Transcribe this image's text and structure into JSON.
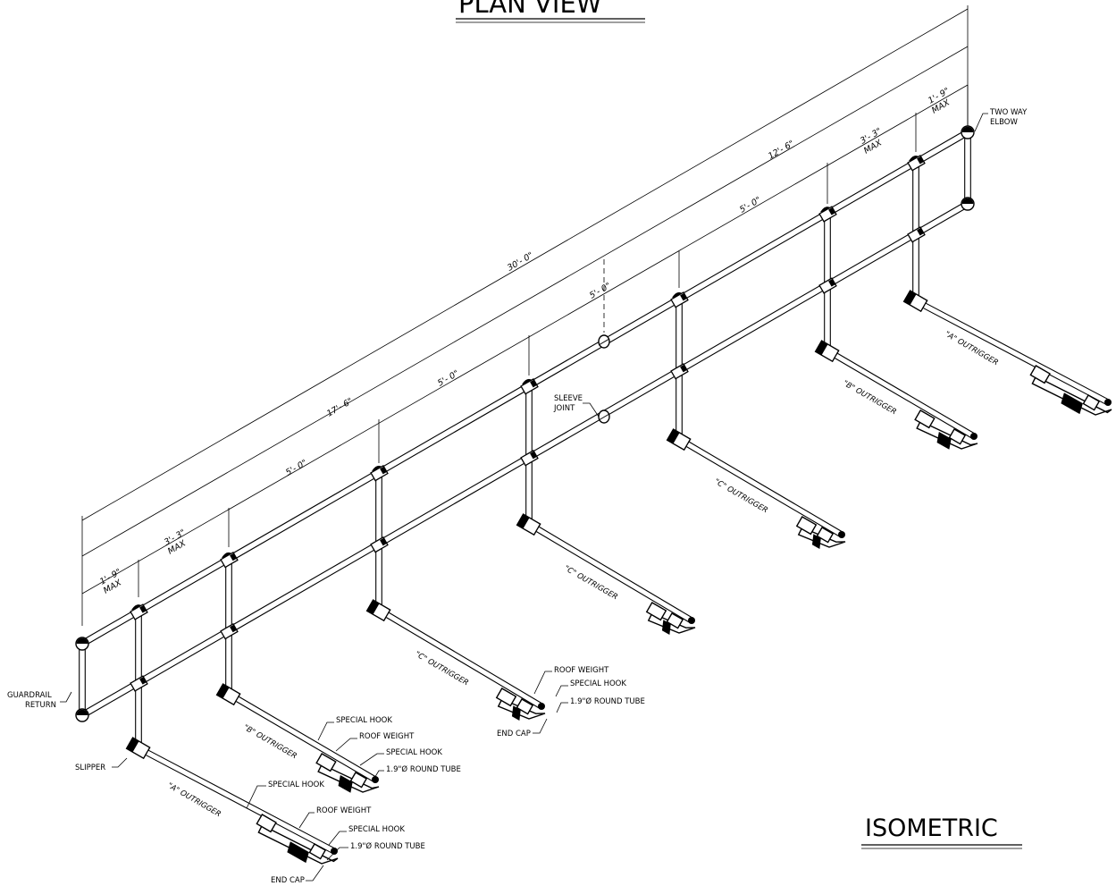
{
  "titles": {
    "plan_view": "PLAN VIEW",
    "isometric": "ISOMETRIC"
  },
  "dimensions": {
    "overall": "30'- 0\"",
    "left_run": "17'- 6\"",
    "right_run": "12'- 6\"",
    "left_end": "1'- 9\"",
    "left_end_max": "MAX",
    "left_second": "3'- 3\"",
    "left_second_max": "MAX",
    "span_a": "5'- 0\"",
    "span_b": "5'- 0\"",
    "span_sleeve": "5'- 0\"",
    "span_right": "5'- 0\"",
    "right_second": "3'- 3\"",
    "right_second_max": "MAX",
    "right_end": "1'- 9\"",
    "right_end_max": "MAX"
  },
  "callouts": {
    "two_way_elbow_1": "TWO WAY",
    "two_way_elbow_2": "ELBOW",
    "sleeve_joint_1": "SLEEVE",
    "sleeve_joint_2": "JOINT",
    "guardrail_return_1": "GUARDRAIL",
    "guardrail_return_2": "RETURN",
    "slipper": "SLIPPER",
    "b_special_hook_top": "SPECIAL HOOK",
    "b_roof_weight": "ROOF WEIGHT",
    "b_special_hook_bottom": "SPECIAL HOOK",
    "b_round_tube": "1.9\"Ø ROUND TUBE",
    "a_special_hook_top": "SPECIAL HOOK",
    "a_roof_weight": "ROOF WEIGHT",
    "a_special_hook_bottom": "SPECIAL HOOK",
    "a_round_tube": "1.9\"Ø ROUND TUBE",
    "a_end_cap": "END CAP",
    "c_roof_weight": "ROOF WEIGHT",
    "c_special_hook": "SPECIAL HOOK",
    "c_round_tube": "1.9\"Ø ROUND TUBE",
    "c_end_cap": "END CAP"
  },
  "outriggers": {
    "a_left": "\"A\" OUTRIGGER",
    "b_left": "\"B\" OUTRIGGER",
    "c_1": "\"C\" OUTRIGGER",
    "c_2": "\"C\" OUTRIGGER",
    "c_3": "\"C\" OUTRIGGER",
    "b_right": "\"B\" OUTRIGGER",
    "a_right": "\"A\" OUTRIGGER"
  }
}
